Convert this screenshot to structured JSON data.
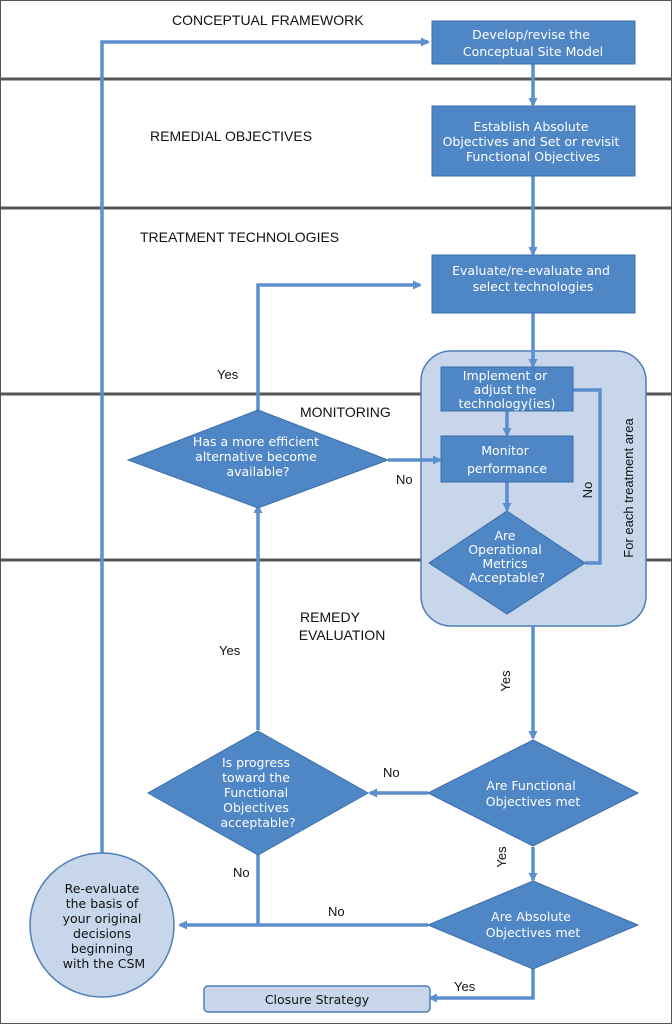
{
  "colors": {
    "box_fill": "#4f86c6",
    "box_stroke": "#3a6ea8",
    "arrow": "#5b8fcd",
    "panel_fill": "#c7d6ea",
    "panel_stroke": "#4f7fb8",
    "divider": "#555555"
  },
  "sections": {
    "conceptual_framework": "CONCEPTUAL FRAMEWORK",
    "remedial_objectives": "REMEDIAL OBJECTIVES",
    "treatment_technologies": "TREATMENT TECHNOLOGIES",
    "monitoring": "MONITORING",
    "remedy_evaluation_line1": "REMEDY",
    "remedy_evaluation_line2": "EVALUATION"
  },
  "boxes": {
    "develop_csm": [
      "Develop/revise the",
      "Conceptual Site Model"
    ],
    "establish_objectives": [
      "Establish Absolute",
      "Objectives and Set or revisit",
      "Functional Objectives"
    ],
    "evaluate_technologies": [
      "Evaluate/re-evaluate and",
      "select technologies"
    ],
    "implement": [
      "Implement or",
      "adjust  the",
      "technology(ies)"
    ],
    "monitor": [
      "Monitor",
      "performance"
    ],
    "closure": [
      "Closure Strategy"
    ]
  },
  "decisions": {
    "efficient_alternative": [
      "Has a more efficient",
      "alternative become",
      "available?"
    ],
    "operational_metrics": [
      "Are",
      "Operational",
      "Metrics",
      "Acceptable?"
    ],
    "functional_met": [
      "Are Functional",
      "Objectives met"
    ],
    "progress_acceptable": [
      "Is progress",
      "toward the",
      "Functional",
      "Objectives",
      "acceptable?"
    ],
    "absolute_met": [
      "Are Absolute",
      "Objectives met"
    ]
  },
  "reevaluate": [
    "Re-evaluate",
    "the basis of",
    "your original",
    "decisions",
    "beginning",
    "with the CSM"
  ],
  "panel_label": "For each treatment area",
  "edge_labels": {
    "yes_alternative": "Yes",
    "no_alternative": "No",
    "no_metrics": "No",
    "yes_metrics": "Yes",
    "no_functional": "No",
    "yes_progress": "Yes",
    "yes_functional": "Yes",
    "no_progress": "No",
    "no_absolute": "No",
    "yes_absolute": "Yes"
  }
}
